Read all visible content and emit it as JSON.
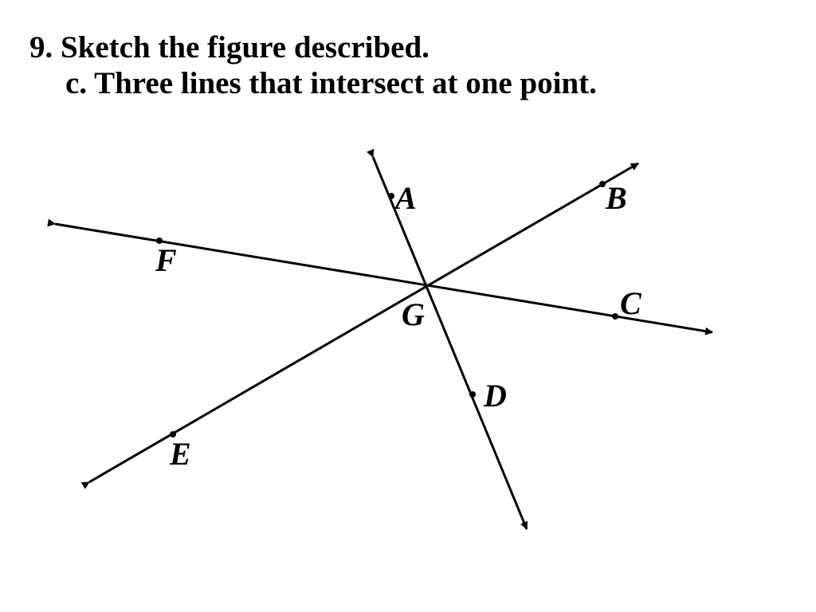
{
  "problem": {
    "title": "9. Sketch the figure described.",
    "part": "c.  Three lines that intersect at one point."
  },
  "figure": {
    "line_color": "#000000",
    "points": {
      "A": "A",
      "B": "B",
      "C": "C",
      "D": "D",
      "E": "E",
      "F": "F",
      "G": "G"
    }
  }
}
